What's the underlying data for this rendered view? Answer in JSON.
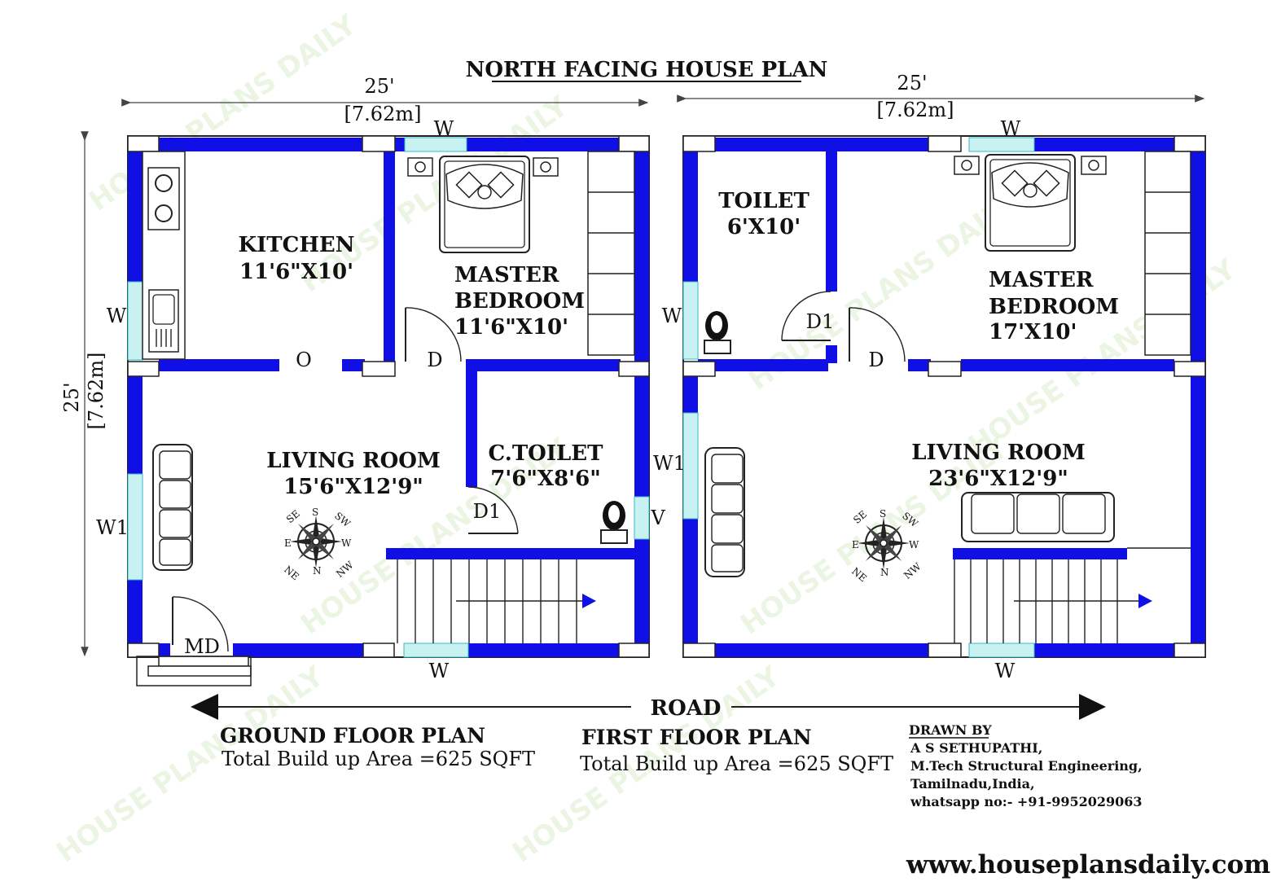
{
  "title": "NORTH FACING HOUSE PLAN",
  "watermark": "HOUSE PLANS DAILY",
  "colors": {
    "wall": "#1010e6",
    "window": "#c8f2f2",
    "background": "#ffffff",
    "text": "#111111"
  },
  "ground_floor": {
    "width_dim": "25'",
    "width_dim_m": "[7.62m]",
    "height_dim": "25'",
    "height_dim_m": "[7.62m]",
    "kitchen": {
      "name": "KITCHEN",
      "size": "11'6\"X10'"
    },
    "master_bedroom": {
      "line1": "MASTER",
      "line2": "BEDROOM",
      "size": "11'6\"X10'"
    },
    "living_room": {
      "name": "LIVING ROOM",
      "size": "15'6\"X12'9\""
    },
    "common_toilet": {
      "name": "C.TOILET",
      "size": "7'6\"X8'6\""
    },
    "labels": {
      "window_top": "W",
      "window_left": "W",
      "window_left_lower": "W1",
      "window_bottom": "W",
      "opening": "O",
      "door": "D",
      "toilet_door": "D1",
      "ventilator": "V",
      "main_door": "MD"
    },
    "caption": "GROUND FLOOR PLAN",
    "area": "Total Build up Area =625 SQFT"
  },
  "first_floor": {
    "width_dim": "25'",
    "width_dim_m": "[7.62m]",
    "toilet": {
      "name": "TOILET",
      "size": "6'X10'"
    },
    "master_bedroom": {
      "line1": "MASTER",
      "line2": "BEDROOM",
      "size": "17'X10'"
    },
    "living_room": {
      "name": "LIVING ROOM",
      "size": "23'6\"X12'9\""
    },
    "labels": {
      "window_top": "W",
      "window_left": "W",
      "window_left_lower": "W1",
      "window_bottom": "W",
      "toilet_door": "D1",
      "door": "D"
    },
    "caption": "FIRST FLOOR PLAN",
    "area": "Total Build up Area =625 SQFT"
  },
  "compass": [
    "SE",
    "S",
    "SW",
    "E",
    "W",
    "NE",
    "N",
    "NW"
  ],
  "road": "ROAD",
  "credits": {
    "heading": "DRAWN BY",
    "name": "A S SETHUPATHI,",
    "qualification": "M.Tech Structural Engineering,",
    "location": "Tamilnadu,India,",
    "contact": "whatsapp no:- +91-9952029063"
  },
  "website": "www.houseplansdaily.com"
}
